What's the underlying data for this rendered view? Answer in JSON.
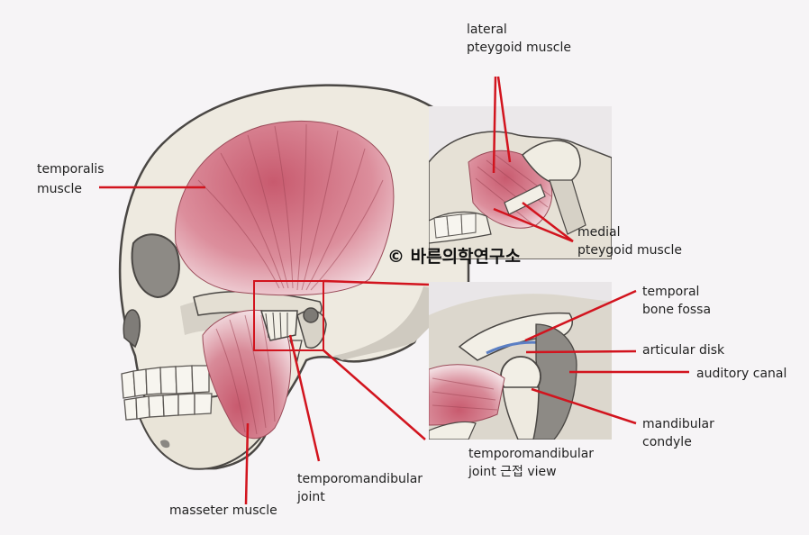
{
  "watermark": "© 바른의학연구소",
  "labels": {
    "temporalis": [
      "temporalis",
      "muscle"
    ],
    "masseter": [
      "masseter muscle"
    ],
    "tmj": [
      "temporomandibular",
      "joint"
    ],
    "tmj_view": [
      "temporomandibular",
      "joint 근접 view"
    ],
    "lateral_pteygoid": [
      "lateral",
      "pteygoid muscle"
    ],
    "medial_pteygoid": [
      "medial",
      "pteygoid muscle"
    ],
    "temporal_fossa": [
      "temporal",
      "bone fossa"
    ],
    "articular_disk": [
      "articular disk"
    ],
    "auditory_canal": [
      "auditory canal"
    ],
    "mandibular_condyle": [
      "mandibular",
      "condyle"
    ]
  },
  "colors": {
    "leader": "#d2141e",
    "bone": "#eeeae0",
    "bone_outline": "#4a4744",
    "muscle": "#d98a97",
    "muscle_dark": "#b65566",
    "background": "#f6f4f6",
    "panel": "#e9e6e8"
  }
}
